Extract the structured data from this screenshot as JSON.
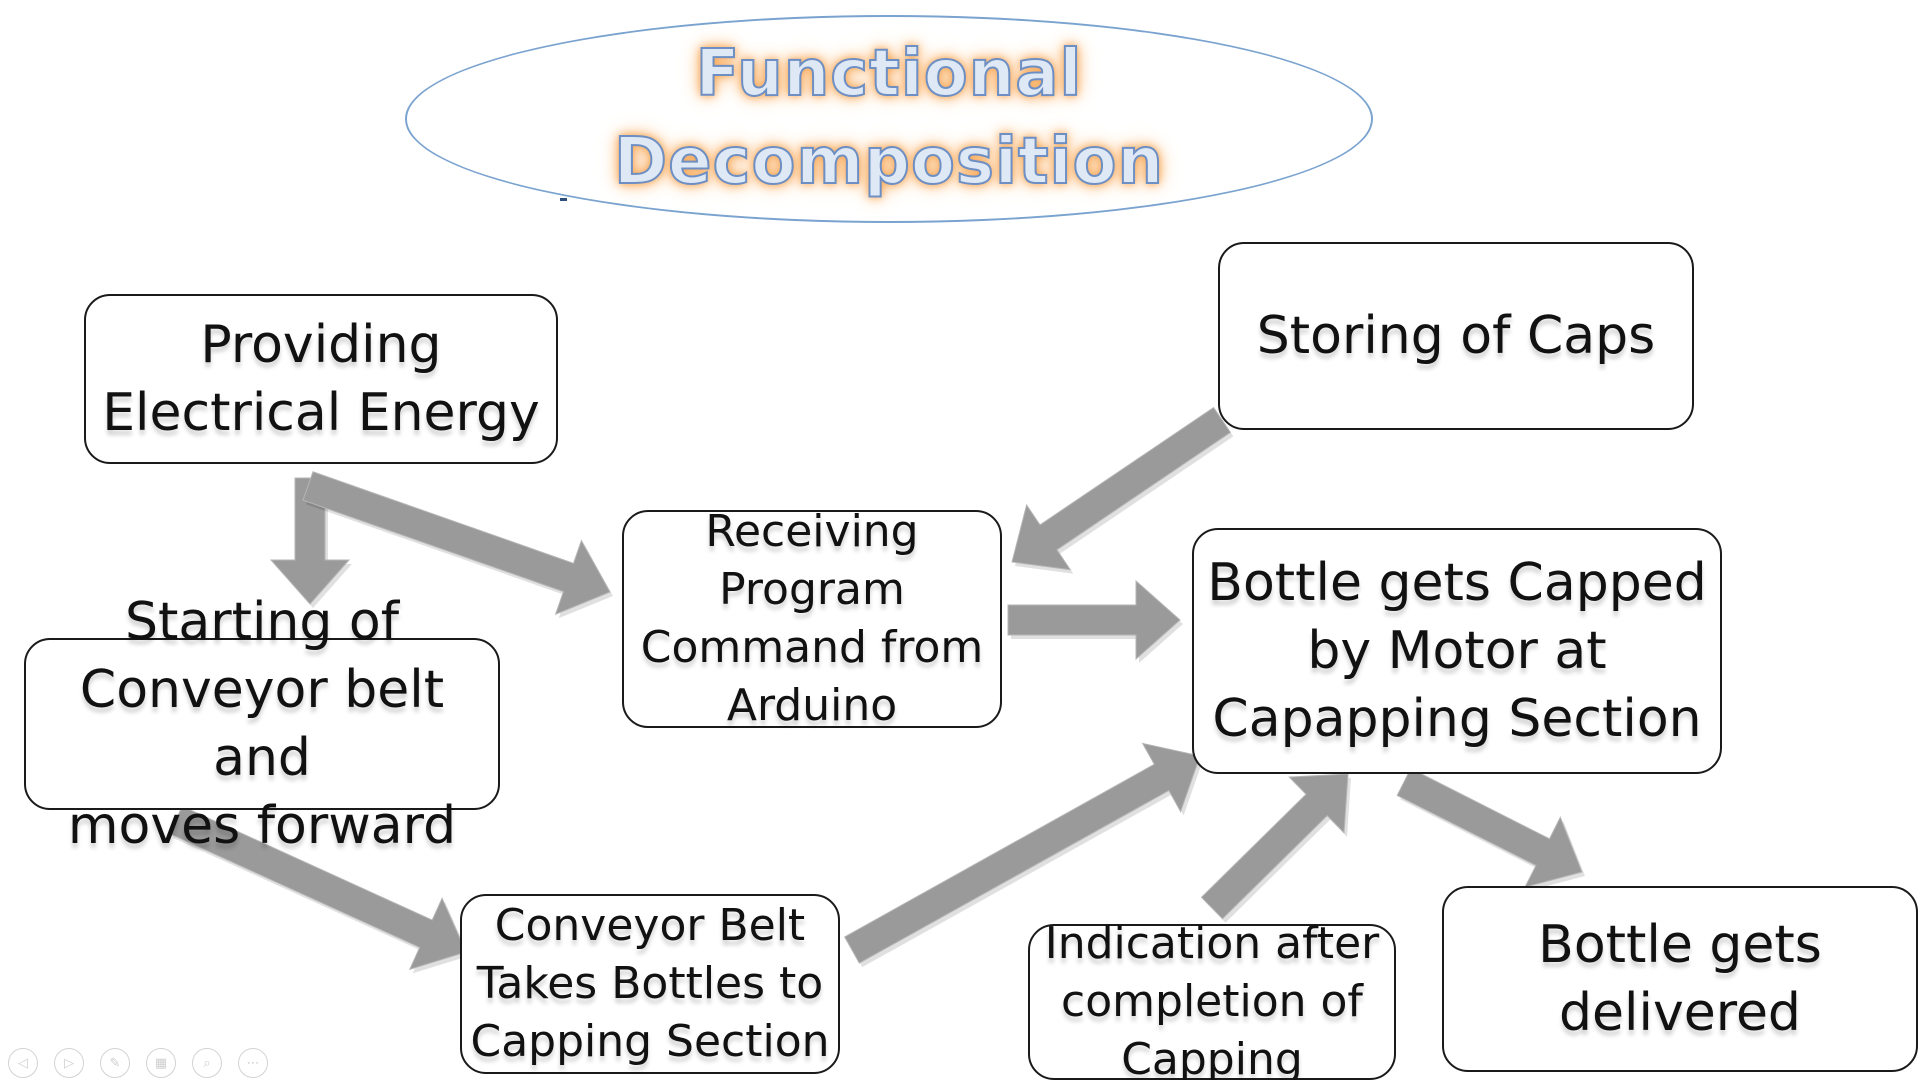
{
  "title": {
    "line1": "Functional",
    "line2": "Decomposition"
  },
  "nodes": {
    "providing_energy": "Providing\nElectrical Energy",
    "storing_caps": "Storing of Caps",
    "receiving_program": "Receiving\nProgram\nCommand from\nArduino",
    "bottle_capped": "Bottle gets Capped\nby Motor at\nCapapping Section",
    "starting_conveyor": "Starting of\nConveyor belt and\nmoves forward",
    "conveyor_takes": "Conveyor Belt\nTakes Bottles to\nCapping Section",
    "indication": "Indication after\ncompletion of\nCapping",
    "bottle_delivered": "Bottle gets\ndelivered"
  },
  "edges": [
    {
      "from": "providing_energy",
      "to": "starting_conveyor"
    },
    {
      "from": "providing_energy",
      "to": "receiving_program"
    },
    {
      "from": "storing_caps",
      "to": "receiving_program"
    },
    {
      "from": "receiving_program",
      "to": "bottle_capped"
    },
    {
      "from": "starting_conveyor",
      "to": "conveyor_takes"
    },
    {
      "from": "conveyor_takes",
      "to": "bottle_capped"
    },
    {
      "from": "indication",
      "to": "bottle_capped"
    },
    {
      "from": "bottle_capped",
      "to": "bottle_delivered"
    }
  ],
  "controls": [
    {
      "name": "previous-slide-icon",
      "glyph": "◁"
    },
    {
      "name": "next-slide-icon",
      "glyph": "▷"
    },
    {
      "name": "pen-icon",
      "glyph": "✎"
    },
    {
      "name": "slides-grid-icon",
      "glyph": "▦"
    },
    {
      "name": "zoom-icon",
      "glyph": "⌕"
    },
    {
      "name": "more-options-icon",
      "glyph": "⋯"
    }
  ],
  "colors": {
    "arrow": "#9a9a9a",
    "oval_border": "#7aa3cf",
    "title_glow": "#f7a24a",
    "node_border": "#1a1a1a"
  }
}
